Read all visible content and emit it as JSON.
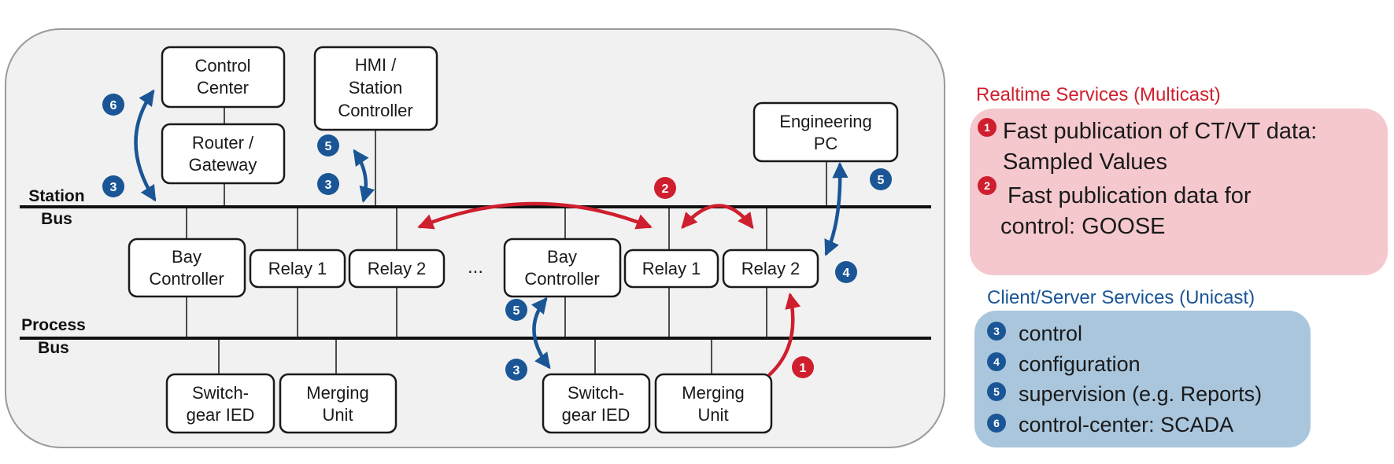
{
  "colors": {
    "realtime": "#cf1f2e",
    "client_server": "#1a5596",
    "panel_realtime_bg": "#f5c8ce",
    "panel_client_bg": "#a9c6dd",
    "substation_bg": "#f1f1f1"
  },
  "buses": {
    "station": [
      "Station",
      "Bus"
    ],
    "process": [
      "Process",
      "Bus"
    ]
  },
  "nodes": {
    "control_center": [
      "Control",
      "Center"
    ],
    "router": [
      "Router /",
      "Gateway"
    ],
    "hmi": [
      "HMI /",
      "Station",
      "Controller"
    ],
    "engineering_pc": [
      "Engineering",
      "PC"
    ],
    "bay_controller_1": [
      "Bay",
      "Controller"
    ],
    "relay1_a": [
      "Relay 1"
    ],
    "relay2_a": [
      "Relay 2"
    ],
    "ellipsis": "...",
    "bay_controller_2": [
      "Bay",
      "Controller"
    ],
    "relay1_b": [
      "Relay 1"
    ],
    "relay2_b": [
      "Relay 2"
    ],
    "switchgear_1": [
      "Switch-",
      "gear IED"
    ],
    "merging_unit_1": [
      "Merging",
      "Unit"
    ],
    "switchgear_2": [
      "Switch-",
      "gear IED"
    ],
    "merging_unit_2": [
      "Merging",
      "Unit"
    ]
  },
  "badges": {
    "n1": "1",
    "n2": "2",
    "n3": "3",
    "n4": "4",
    "n5": "5",
    "n6": "6"
  },
  "legend": {
    "realtime": {
      "title": "Realtime Services (Multicast)",
      "items": [
        {
          "num": "1",
          "lines": [
            "Fast publication of CT/VT data:",
            "Sampled Values"
          ]
        },
        {
          "num": "2",
          "lines": [
            "Fast publication data for",
            "control: GOOSE"
          ]
        }
      ]
    },
    "client_server": {
      "title": "Client/Server Services (Unicast)",
      "items": [
        {
          "num": "3",
          "text": "control"
        },
        {
          "num": "4",
          "text": "configuration"
        },
        {
          "num": "5",
          "text": "supervision (e.g. Reports)"
        },
        {
          "num": "6",
          "text": "control-center: SCADA"
        }
      ]
    }
  }
}
